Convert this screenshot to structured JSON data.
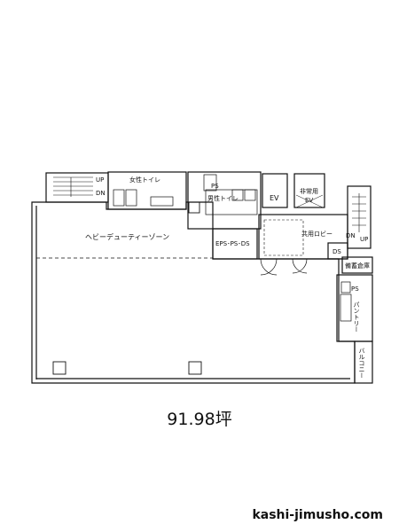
{
  "rooms": {
    "womens_toilet": "女性トイレ",
    "mens_toilet": "男性トイレ",
    "ps_upper": "PS",
    "ev1": "EV",
    "emergency_ev_line1": "非常用",
    "emergency_ev_line2": "EV",
    "heavy_duty_zone": "ヘビーデューティーゾーン",
    "eps_ps_ds": "EPS･PS･DS",
    "shared_lobby": "共用ロビー",
    "ds": "DS",
    "storage": "備蓄倉庫",
    "ps_lower": "PS",
    "pantry": "パントリー",
    "balcony": "バルコニー",
    "up_left": "UP",
    "dn_left": "DN",
    "up_right": "UP",
    "dn_right": "DN"
  },
  "area_label": "91.98坪",
  "site_label": "kashi-jimusho.com"
}
